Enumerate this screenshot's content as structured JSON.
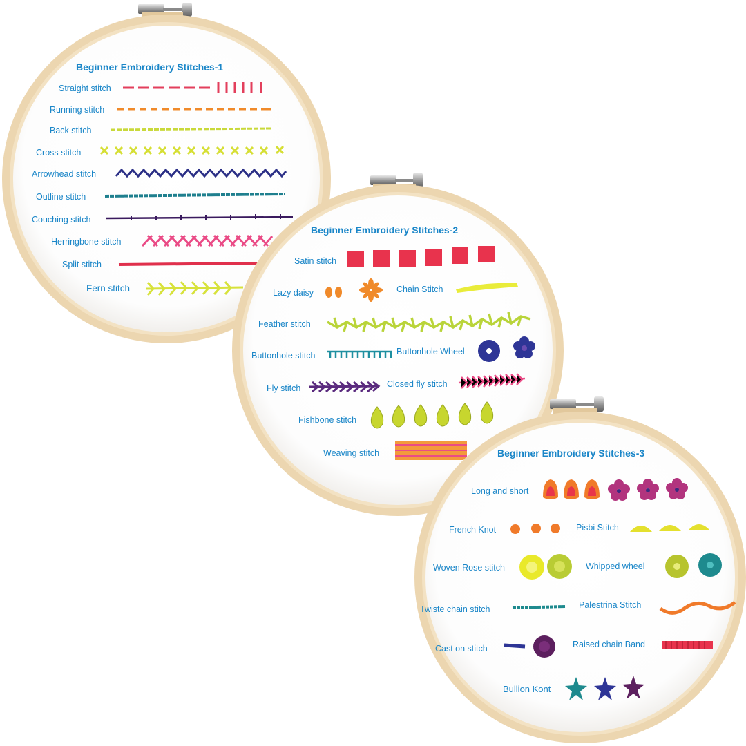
{
  "colors": {
    "label": "#1a86c8",
    "hoop_wood": "#ecd6b0",
    "fabric": "#ffffff"
  },
  "hoop1": {
    "title": "Beginner Embroidery Stitches-1",
    "labels": [
      "Straight stitch",
      "Running stitch",
      "Back stitch",
      "Cross stitch",
      "Arrowhead stitch",
      "Outline stitch",
      "Couching stitch",
      "Herringbone stitch",
      "Split stitch",
      "Fern stitch"
    ]
  },
  "hoop2": {
    "title": "Beginner Embroidery Stitches-2",
    "labels": [
      "Satin stitch",
      "Lazy daisy",
      "Chain Stitch",
      "Feather stitch",
      "Buttonhole stitch",
      "Buttonhole Wheel",
      "Fly stitch",
      "Closed fly stitch",
      "Fishbone stitch",
      "Weaving stitch"
    ]
  },
  "hoop3": {
    "title": "Beginner Embroidery Stitches-3",
    "labels": [
      "Long and short",
      "French Knot",
      "Pisbi Stitch",
      "Woven Rose stitch",
      "Whipped wheel",
      "Twiste chain stitch",
      "Palestrina Stitch",
      "Cast on stitch",
      "Raised chain Band",
      "Bullion Kont"
    ]
  }
}
